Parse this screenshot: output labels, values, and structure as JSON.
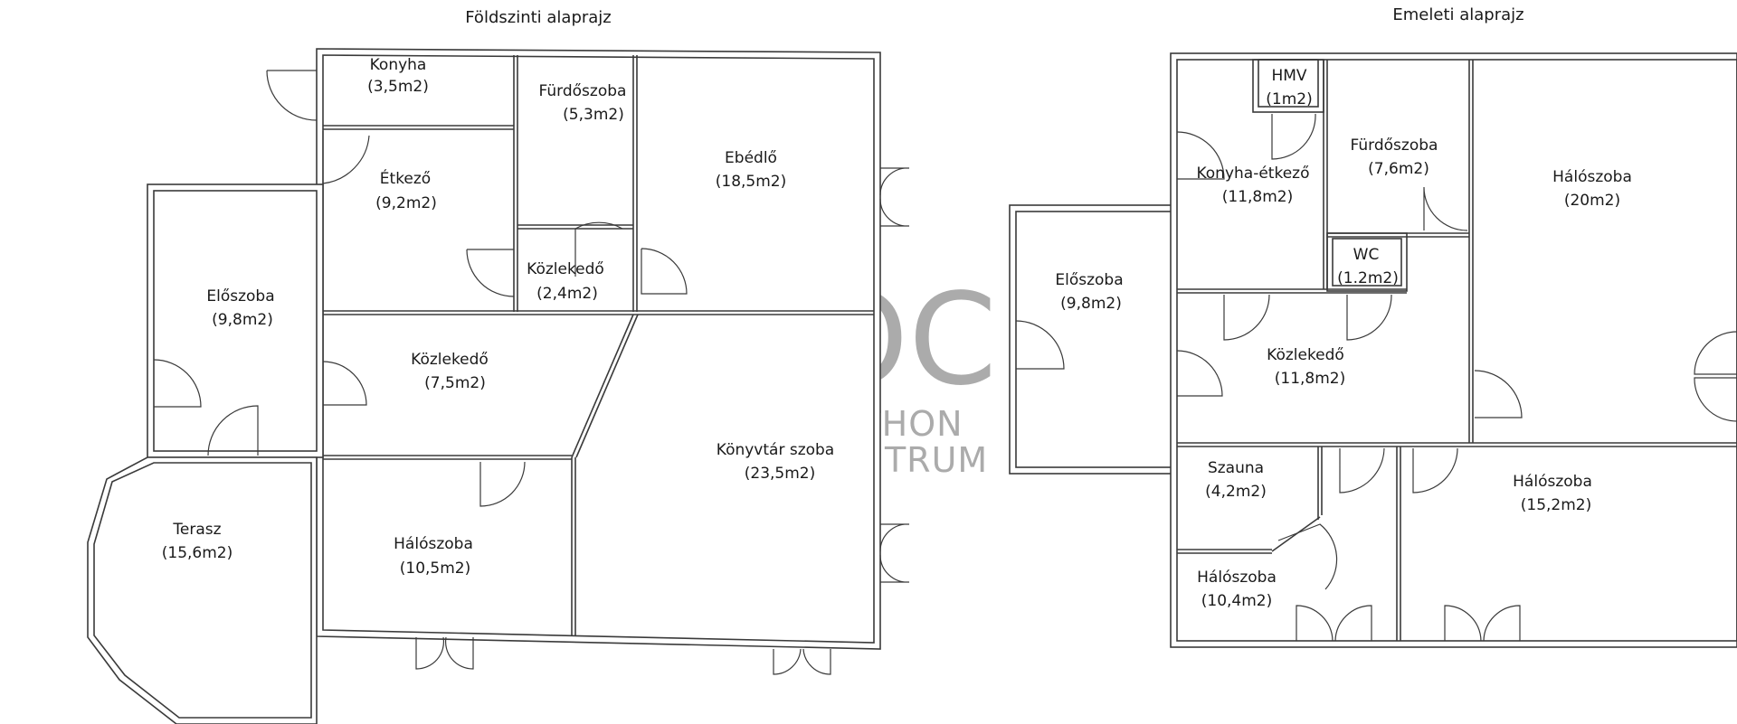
{
  "plans": [
    {
      "id": "ground",
      "title": "Földszinti alaprajz",
      "rooms": [
        {
          "id": "konyha",
          "name": "Konyha",
          "area": "(3,5m2)"
        },
        {
          "id": "furdoszoba",
          "name": "Fürdőszoba",
          "area": "(5,3m2)"
        },
        {
          "id": "ebedlo",
          "name": "Ebédlő",
          "area": "(18,5m2)"
        },
        {
          "id": "etkezo",
          "name": "Étkező",
          "area": "(9,2m2)"
        },
        {
          "id": "kozlekedo-small",
          "name": "Közlekedő",
          "area": "(2,4m2)"
        },
        {
          "id": "eloszoba",
          "name": "Előszoba",
          "area": "(9,8m2)"
        },
        {
          "id": "kozlekedo",
          "name": "Közlekedő",
          "area": "(7,5m2)"
        },
        {
          "id": "konyvtar",
          "name": "Könyvtár szoba",
          "area": "(23,5m2)"
        },
        {
          "id": "terasz",
          "name": "Terasz",
          "area": "(15,6m2)"
        },
        {
          "id": "haloszoba",
          "name": "Hálószoba",
          "area": "(10,5m2)"
        }
      ]
    },
    {
      "id": "upper",
      "title": "Emeleti alaprajz",
      "rooms": [
        {
          "id": "hmv",
          "name": "HMV",
          "area": "(1m2)"
        },
        {
          "id": "konyha-etkezo",
          "name": "Konyha-étkező",
          "area": "(11,8m2)"
        },
        {
          "id": "furdoszoba",
          "name": "Fürdőszoba",
          "area": "(7,6m2)"
        },
        {
          "id": "haloszoba-20",
          "name": "Hálószoba",
          "area": "(20m2)"
        },
        {
          "id": "wc",
          "name": "WC",
          "area": "(1.2m2)"
        },
        {
          "id": "eloszoba",
          "name": "Előszoba",
          "area": "(9,8m2)"
        },
        {
          "id": "kozlekedo",
          "name": "Közlekedő",
          "area": "(11,8m2)"
        },
        {
          "id": "szauna",
          "name": "Szauna",
          "area": "(4,2m2)"
        },
        {
          "id": "haloszoba-15",
          "name": "Hálószoba",
          "area": "(15,2m2)"
        },
        {
          "id": "haloszoba-10",
          "name": "Hálószoba",
          "area": "(10,4m2)"
        }
      ]
    }
  ],
  "watermark": {
    "logo_letters": "ÔC",
    "line1": "OTTHON",
    "line2": "CENTRUM",
    "color": "#ababab"
  }
}
